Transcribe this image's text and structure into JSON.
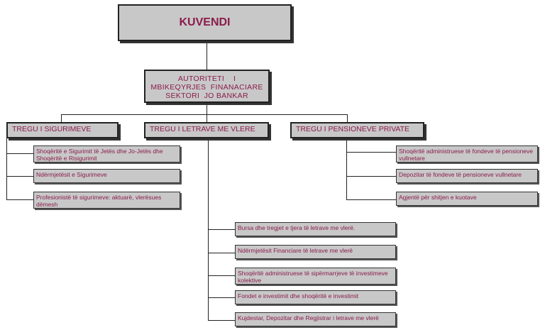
{
  "root": "KUVENDI",
  "authority": {
    "line1": "AUTORITETI    I",
    "line2": "MBIKEQYRJES  FINANACIARE",
    "line3": "SEKTORI  JO BANKAR"
  },
  "branches": [
    {
      "title": "TREGU I SIGURIMEVE",
      "items": [
        "Shoqëritë e Sigurimit të Jetës dhe Jo-Jetës dhe Shoqëritë e Risigurimit",
        "Ndërmjetësit e Sigurimeve",
        "Profesionistë të sigurimeve: aktuarë, vlerësues dëmesh"
      ]
    },
    {
      "title": "TREGU I LETRAVE ME VLERE",
      "items": [
        "Bursa dhe tregjet e tjera të letrave me vlerë.",
        "Ndërmjetësit Financiare të letrave me vlerë",
        "Shoqëritë administruese të sipërmarrjeve të investimeve kolektive",
        "Fondet e investimit dhe shoqëritë e investimit",
        "Kujdestar, Depozitar dhe Regjistrar i letrave me vlerë"
      ]
    },
    {
      "title": "TREGU I PENSIONEVE PRIVATE",
      "items": [
        "Shoqëritë administruese të fondeve të pensioneve vullnetare",
        "Depozitar të fondeve të pensioneve vullnetare",
        "Agjentë për shitjen e kuotave"
      ]
    }
  ]
}
